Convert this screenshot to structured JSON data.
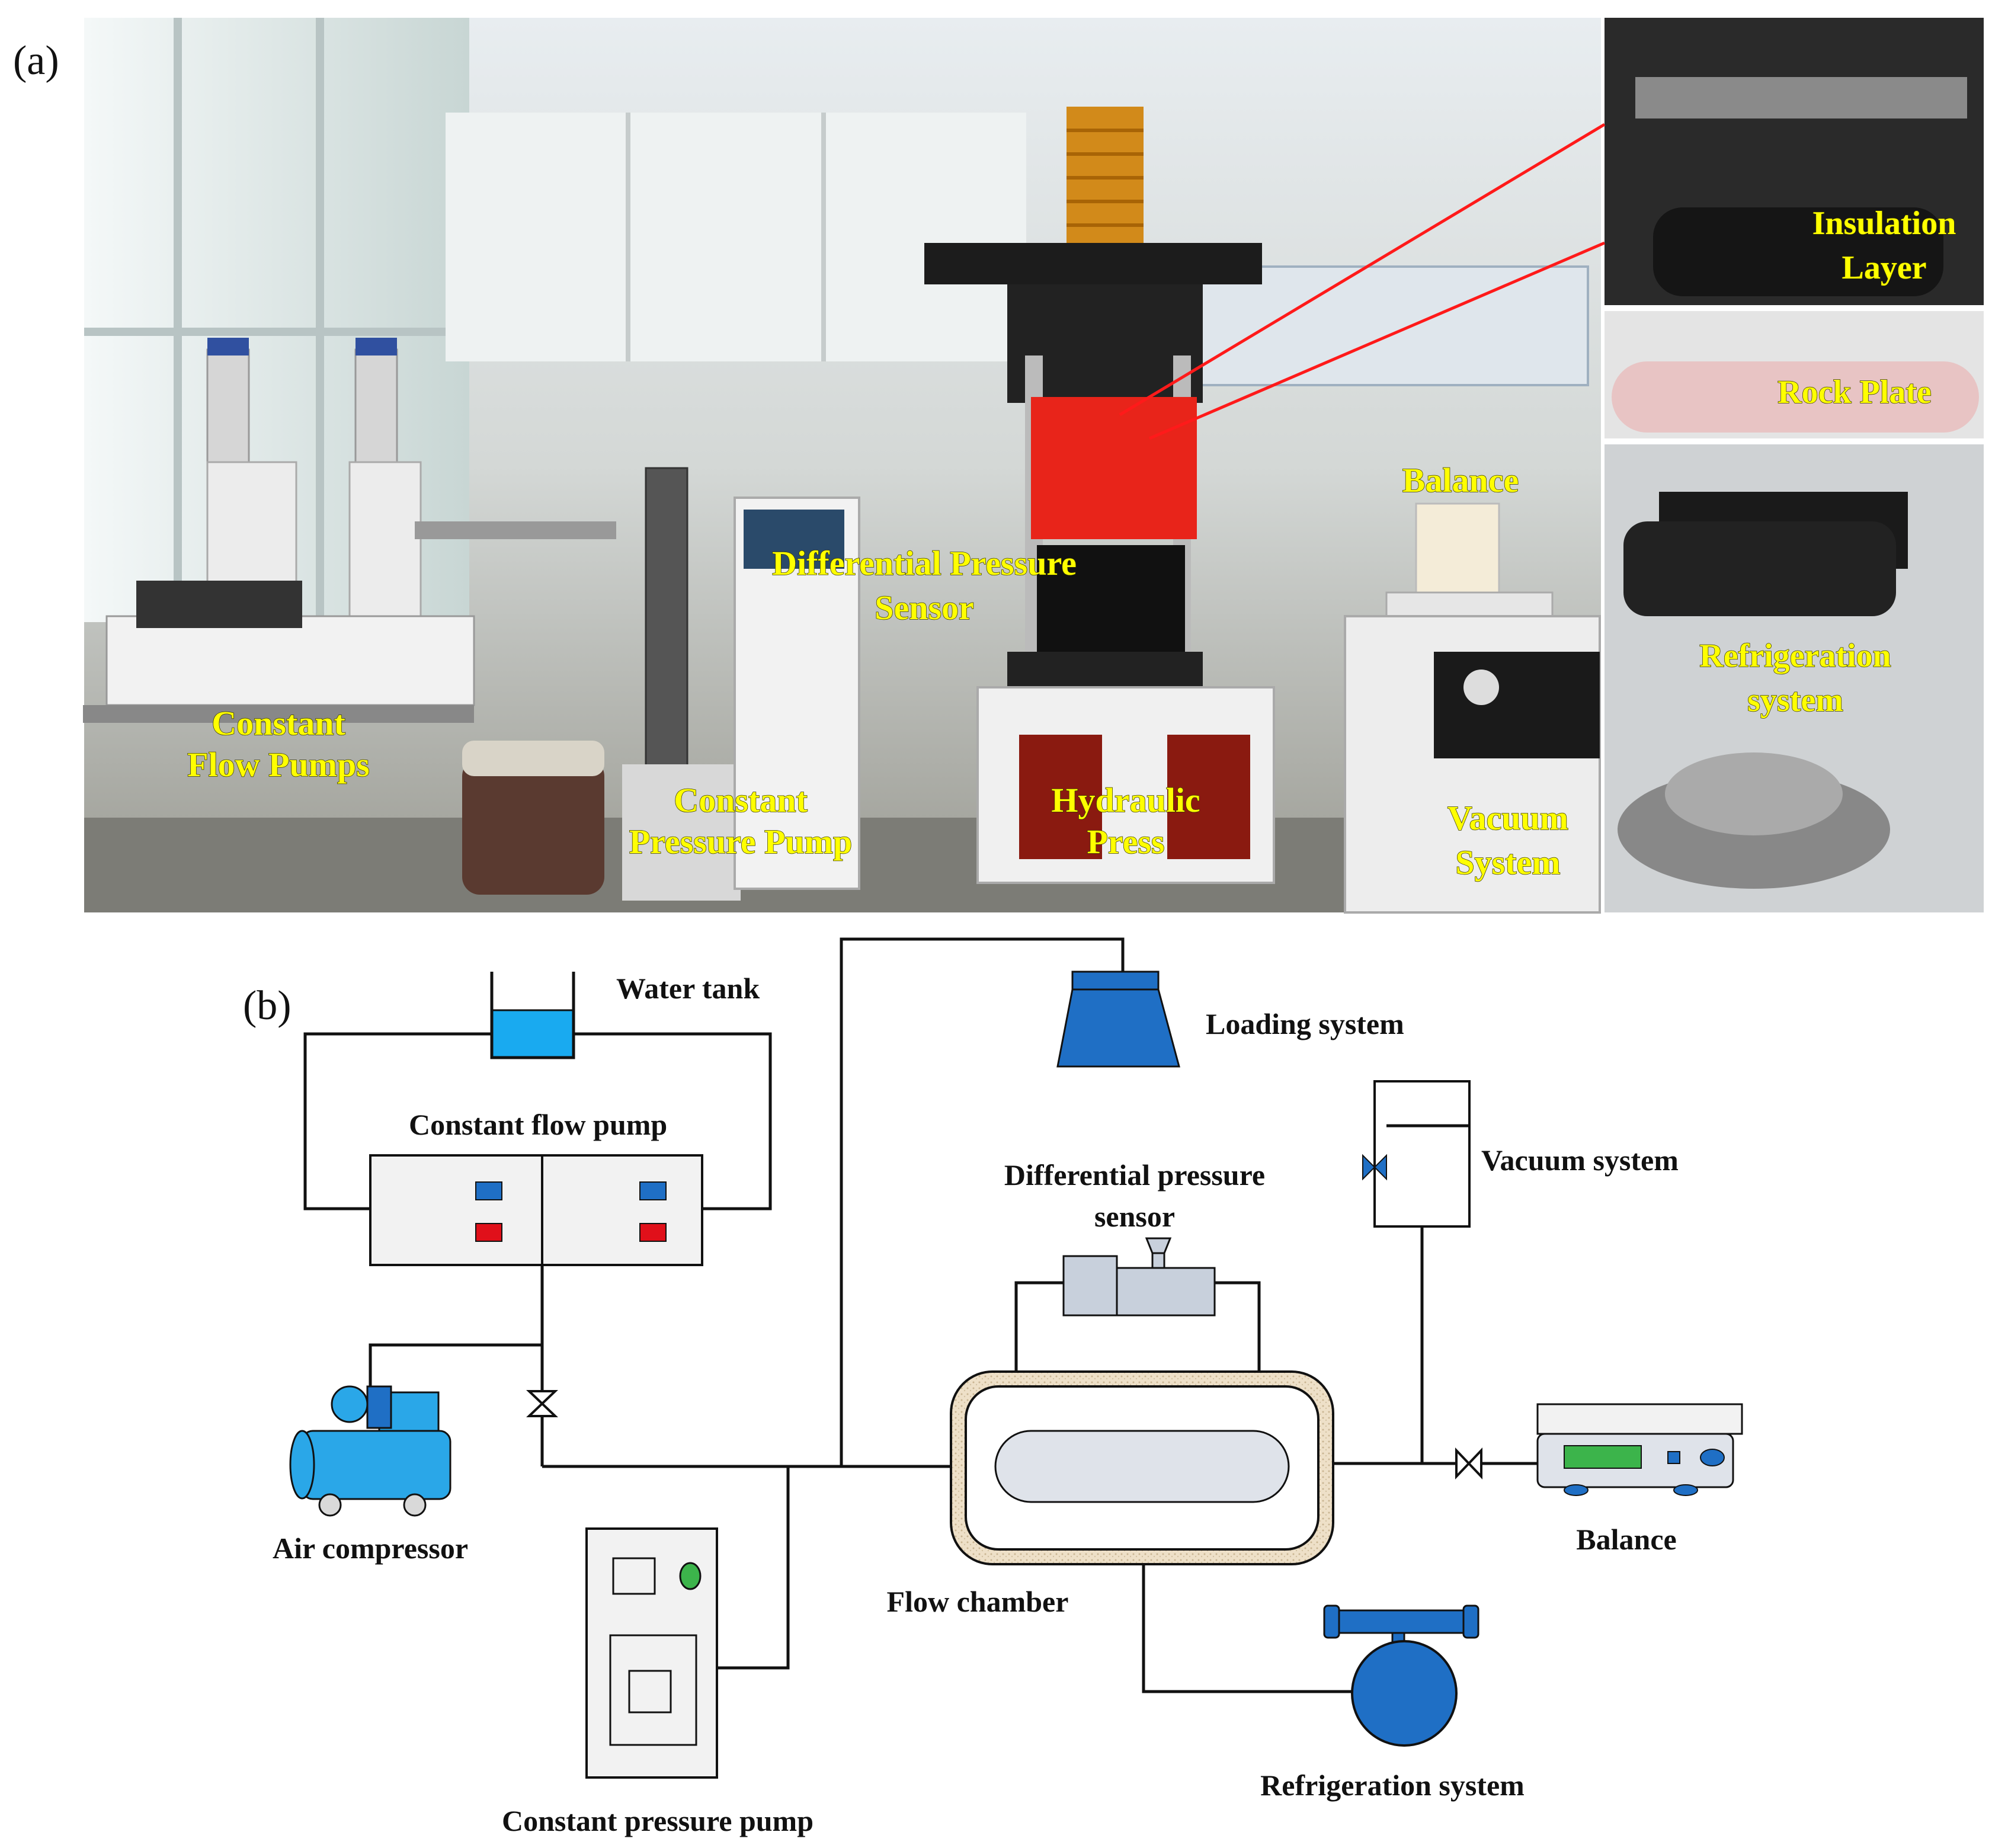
{
  "panel_a": {
    "letter": "(a)",
    "labels": {
      "constant_flow_pumps": [
        "Constant",
        "Flow Pumps"
      ],
      "differential_pressure_sensor": [
        "Differential Pressure",
        "Sensor"
      ],
      "constant_pressure_pump": [
        "Constant",
        "Pressure Pump"
      ],
      "hydraulic_press": [
        "Hydraulic",
        "Press"
      ],
      "balance": "Balance",
      "vacuum_system": [
        "Vacuum",
        "System"
      ],
      "insulation_layer": [
        "Insulation",
        "Layer"
      ],
      "rock_plate": "Rock Plate",
      "refrigeration_system": [
        "Refrigeration",
        "system"
      ]
    }
  },
  "panel_b": {
    "letter": "(b)",
    "labels": {
      "water_tank": "Water tank",
      "constant_flow_pump": "Constant flow pump",
      "loading_system": "Loading system",
      "differential_pressure_sensor": [
        "Differential pressure",
        "sensor"
      ],
      "vacuum_system": "Vacuum system",
      "air_compressor": "Air compressor",
      "balance": "Balance",
      "flow_chamber": "Flow chamber",
      "refrigeration_system": "Refrigeration system",
      "constant_pressure_pump": "Constant pressure pump"
    }
  },
  "colors": {
    "photo_label": "#ffff00",
    "connector_red": "#ff1a1a",
    "device_blue": "#1f6fc5",
    "light_blue": "#2aa7e8",
    "indicator_red": "#e0101a",
    "indicator_blue": "#1f6fc5",
    "panel_gray": "#f2f2f2",
    "sensor_gray": "#c8d0dc",
    "chamber_outer": "#eee0c8",
    "chamber_inner": "#dfe3ea",
    "display_green": "#3cb44b"
  }
}
